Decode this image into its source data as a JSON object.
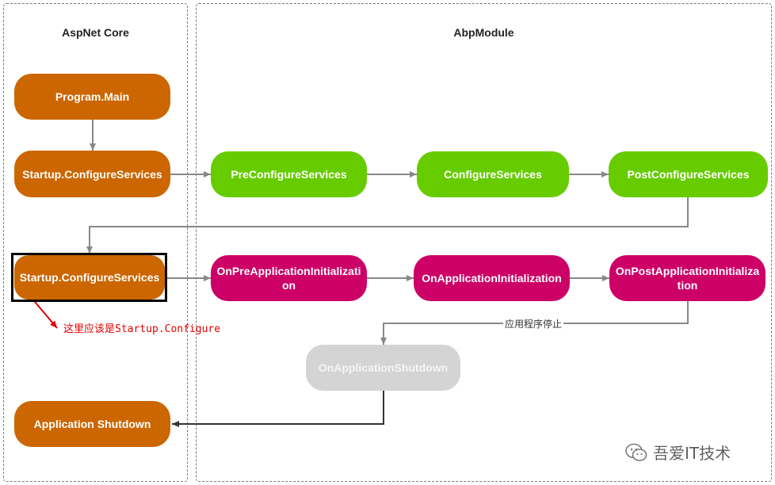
{
  "lanes": {
    "aspnet": {
      "title": "AspNet Core"
    },
    "abp": {
      "title": "AbpModule"
    }
  },
  "nodes": {
    "program_main": "Program.Main",
    "startup_configure_services_1": "Startup.ConfigureServices",
    "startup_configure_services_2": "Startup.ConfigureServices",
    "application_shutdown": "Application Shutdown",
    "pre_configure_services": "PreConfigureServices",
    "configure_services": "ConfigureServices",
    "post_configure_services": "PostConfigureServices",
    "on_pre_application_initialization": "OnPreApplicationInitialization",
    "on_application_initialization": "OnApplicationInitialization",
    "on_post_application_initialization": "OnPostApplicationInitialization",
    "on_application_shutdown": "OnApplicationShutdown"
  },
  "edge_labels": {
    "app_stop": "应用程序停止"
  },
  "annotation": {
    "note": "这里应该是Startup.Configure"
  },
  "watermark": {
    "text": "吾爱IT技术"
  },
  "colors": {
    "aspnet_node": "#cc6600",
    "configure_phase": "#66cc00",
    "init_phase": "#cc0066",
    "shutdown_phase": "#d4d4d4",
    "annotation": "#e60000",
    "connector": "#888888"
  }
}
